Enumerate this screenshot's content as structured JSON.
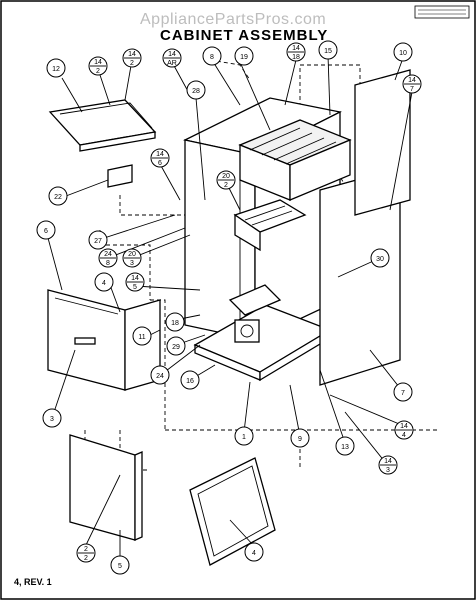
{
  "watermark": "AppliancePartsPros.com",
  "title": "CABINET ASSEMBLY",
  "footer": "4, REV. 1",
  "callouts": [
    {
      "id": "c12",
      "top": "12",
      "bottom": ""
    },
    {
      "id": "c14-2-a",
      "top": "14",
      "bottom": "2"
    },
    {
      "id": "c14-2-b",
      "top": "14",
      "bottom": "2"
    },
    {
      "id": "c14-4r",
      "top": "14",
      "bottom": "AR"
    },
    {
      "id": "c8",
      "top": "8",
      "bottom": ""
    },
    {
      "id": "c19",
      "top": "19",
      "bottom": ""
    },
    {
      "id": "c14-18",
      "top": "14",
      "bottom": "18"
    },
    {
      "id": "c15",
      "top": "15",
      "bottom": ""
    },
    {
      "id": "c10",
      "top": "10",
      "bottom": ""
    },
    {
      "id": "c14-7",
      "top": "14",
      "bottom": "7"
    },
    {
      "id": "c22",
      "top": "22",
      "bottom": ""
    },
    {
      "id": "c28",
      "top": "28",
      "bottom": ""
    },
    {
      "id": "c14-6",
      "top": "14",
      "bottom": "6"
    },
    {
      "id": "c20-2",
      "top": "20",
      "bottom": "2"
    },
    {
      "id": "c27",
      "top": "27",
      "bottom": ""
    },
    {
      "id": "c24-8",
      "top": "24",
      "bottom": "8"
    },
    {
      "id": "c20-3",
      "top": "20",
      "bottom": "3"
    },
    {
      "id": "c6",
      "top": "6",
      "bottom": ""
    },
    {
      "id": "c4a",
      "top": "4",
      "bottom": ""
    },
    {
      "id": "c14-5",
      "top": "14",
      "bottom": "5"
    },
    {
      "id": "c30",
      "top": "30",
      "bottom": ""
    },
    {
      "id": "c11",
      "top": "11",
      "bottom": ""
    },
    {
      "id": "c18",
      "top": "18",
      "bottom": ""
    },
    {
      "id": "c29",
      "top": "29",
      "bottom": ""
    },
    {
      "id": "c24",
      "top": "24",
      "bottom": ""
    },
    {
      "id": "c16",
      "top": "16",
      "bottom": ""
    },
    {
      "id": "c3",
      "top": "3",
      "bottom": ""
    },
    {
      "id": "c7",
      "top": "7",
      "bottom": ""
    },
    {
      "id": "c1",
      "top": "1",
      "bottom": ""
    },
    {
      "id": "c9",
      "top": "9",
      "bottom": ""
    },
    {
      "id": "c13",
      "top": "13",
      "bottom": ""
    },
    {
      "id": "c14-4",
      "top": "14",
      "bottom": "4"
    },
    {
      "id": "c14-3",
      "top": "14",
      "bottom": "3"
    },
    {
      "id": "c2",
      "top": "2",
      "bottom": "2"
    },
    {
      "id": "c5",
      "top": "5",
      "bottom": ""
    },
    {
      "id": "c4b",
      "top": "4",
      "bottom": ""
    }
  ]
}
